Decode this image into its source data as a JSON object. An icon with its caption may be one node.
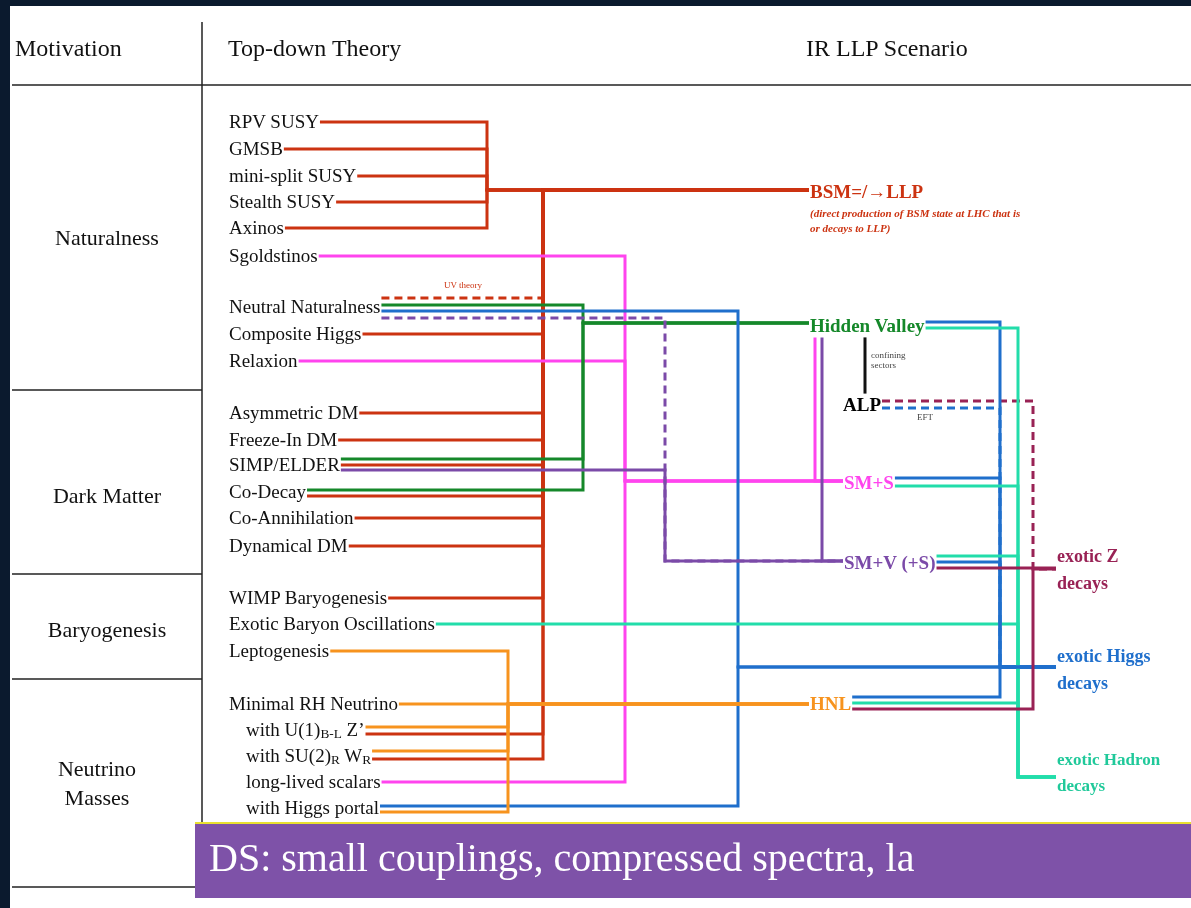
{
  "diagram": {
    "nodes": [
      {
        "text": [
          "RPV SUSY"
        ]
      },
      {
        "text": [
          "GMSB"
        ]
      },
      {
        "text": [
          "mini-split SUSY"
        ]
      },
      {
        "text": [
          "Stealth SUSY"
        ]
      },
      {
        "text": [
          "Axinos"
        ]
      },
      {
        "text": [
          "Sgoldstinos"
        ]
      },
      {
        "text": [
          "Neutral Naturalness"
        ]
      },
      {
        "text": [
          "Composite Higgs"
        ]
      },
      {
        "text": [
          "Relaxion"
        ]
      },
      {
        "text": [
          "Asymmetric DM"
        ]
      },
      {
        "text": [
          "Freeze-In DM"
        ]
      },
      {
        "text": [
          "SIMP/ELDER"
        ]
      },
      {
        "text": [
          "Co-Decay"
        ]
      },
      {
        "text": [
          "Co-Annihilation"
        ]
      },
      {
        "text": [
          "Dynamical DM"
        ]
      },
      {
        "text": [
          "WIMP Baryogenesis"
        ]
      },
      {
        "text": [
          "Exotic Baryon Oscillations"
        ]
      },
      {
        "text": [
          "Leptogenesis"
        ]
      },
      {
        "text": [
          "Minimal RH Neutrino"
        ]
      },
      {
        "text": [
          "with U(1)$_{B-L}$ Z’"
        ]
      },
      {
        "text": [
          "with SU(2)$_{R}$ W$_{R}$"
        ]
      },
      {
        "text": [
          "long-lived scalars"
        ]
      },
      {
        "text": [
          "with Higgs portal"
        ]
      },
      {
        "text": [
          "BSM=/→LLP",
          "(direct production of BSM state at LHC that is or decays to LLP)"
        ]
      },
      {
        "text": [
          "Hidden Valley"
        ]
      },
      {
        "text": [
          "ALP"
        ]
      },
      {
        "text": [
          "SM+S"
        ]
      },
      {
        "text": [
          "SM+V (+S)"
        ]
      },
      {
        "text": [
          "HNL"
        ]
      },
      {
        "text": [
          "exotic Z decays"
        ]
      },
      {
        "text": [
          "exotic Higgs decays"
        ]
      },
      {
        "text": [
          "exotic Hadron decays"
        ]
      },
      {
        "text": [
          "DS: small couplings, compressed spectra, la"
        ]
      }
    ],
    "edges": [
      {
        "from": 0,
        "to": 23,
        "arrow": "none"
      },
      {
        "from": 1,
        "to": 23,
        "arrow": "none"
      },
      {
        "from": 2,
        "to": 23,
        "arrow": "none"
      },
      {
        "from": 3,
        "to": 23,
        "arrow": "none"
      },
      {
        "from": 4,
        "to": 23,
        "arrow": "none"
      },
      {
        "from": 6,
        "to": 23,
        "arrow": "none",
        "label": "UV theory",
        "style": "dashed"
      },
      {
        "from": 7,
        "to": 23,
        "arrow": "none"
      },
      {
        "from": 9,
        "to": 23,
        "arrow": "none"
      },
      {
        "from": 10,
        "to": 23,
        "arrow": "none"
      },
      {
        "from": 11,
        "to": 23,
        "arrow": "none"
      },
      {
        "from": 12,
        "to": 23,
        "arrow": "none"
      },
      {
        "from": 13,
        "to": 23,
        "arrow": "none"
      },
      {
        "from": 14,
        "to": 23,
        "arrow": "none"
      },
      {
        "from": 15,
        "to": 23,
        "arrow": "none"
      },
      {
        "from": 19,
        "to": 23,
        "arrow": "none"
      },
      {
        "from": 20,
        "to": 23,
        "arrow": "none"
      },
      {
        "from": 5,
        "to": 26,
        "arrow": "none",
        "color": "#ff44ee"
      },
      {
        "from": 8,
        "to": 26,
        "arrow": "none",
        "color": "#ff44ee"
      },
      {
        "from": 21,
        "to": 26,
        "arrow": "none",
        "color": "#ff44ee"
      },
      {
        "from": 6,
        "to": 24,
        "arrow": "none",
        "color": "#15882a"
      },
      {
        "from": 11,
        "to": 24,
        "arrow": "none",
        "color": "#15882a"
      },
      {
        "from": 12,
        "to": 24,
        "arrow": "none",
        "color": "#15882a"
      },
      {
        "from": 6,
        "to": 30,
        "arrow": "none",
        "color": "#1f6fcc"
      },
      {
        "from": 22,
        "to": 30,
        "arrow": "none",
        "color": "#1f6fcc"
      },
      {
        "from": 6,
        "to": 27,
        "arrow": "none",
        "style": "dashed",
        "color": "#7b4aa8"
      },
      {
        "from": 11,
        "to": 27,
        "arrow": "none",
        "color": "#7b4aa8"
      },
      {
        "from": 16,
        "to": 31,
        "arrow": "none",
        "color": "#22ddaa"
      },
      {
        "from": 17,
        "to": 28,
        "arrow": "none",
        "color": "#f7931e"
      },
      {
        "from": 18,
        "to": 28,
        "arrow": "none",
        "color": "#f7931e"
      },
      {
        "from": 19,
        "to": 28,
        "arrow": "none",
        "color": "#f7931e"
      },
      {
        "from": 20,
        "to": 28,
        "arrow": "none",
        "color": "#f7931e"
      },
      {
        "from": 22,
        "to": 28,
        "arrow": "none",
        "color": "#f7931e"
      },
      {
        "from": 24,
        "to": 25,
        "arrow": "none",
        "label": "confining sectors",
        "color": "#111111"
      },
      {
        "from": 24,
        "to": 26,
        "arrow": "none",
        "color": "#ff44ee"
      },
      {
        "from": 24,
        "to": 27,
        "arrow": "none",
        "color": "#7b4aa8"
      },
      {
        "from": 25,
        "to": 29,
        "arrow": "none",
        "style": "dashed",
        "color": "#992255"
      },
      {
        "from": 25,
        "to": 30,
        "arrow": "none",
        "label": "EFT",
        "style": "dashed",
        "color": "#1f6fcc"
      },
      {
        "from": 24,
        "to": 30,
        "arrow": "none",
        "color": "#1f6fcc"
      },
      {
        "from": 24,
        "to": 31,
        "arrow": "none",
        "color": "#22ddaa"
      },
      {
        "from": 26,
        "to": 30,
        "arrow": "none",
        "color": "#1f6fcc"
      },
      {
        "from": 26,
        "to": 31,
        "arrow": "none",
        "color": "#22ddaa"
      },
      {
        "from": 27,
        "to": 31,
        "arrow": "none",
        "color": "#22ddaa"
      },
      {
        "from": 27,
        "to": 30,
        "arrow": "none",
        "color": "#1f6fcc"
      },
      {
        "from": 27,
        "to": 29,
        "arrow": "none",
        "color": "#992255"
      },
      {
        "from": 28,
        "to": 30,
        "arrow": "none",
        "color": "#1f6fcc"
      },
      {
        "from": 28,
        "to": 31,
        "arrow": "none",
        "color": "#22ddaa"
      },
      {
        "from": 28,
        "to": 29,
        "arrow": "none",
        "color": "#992255"
      }
    ],
    "labels": [
      "Motivation",
      "Top-down Theory",
      "IR LLP Scenario",
      "Naturalness",
      "Dark Matter",
      "Baryogenesis",
      "Neutrino Masses"
    ]
  }
}
